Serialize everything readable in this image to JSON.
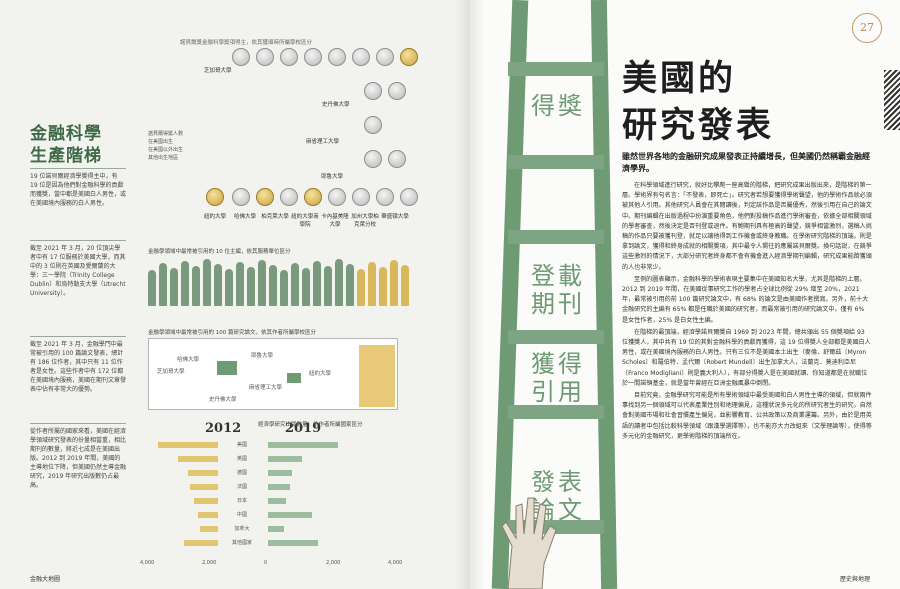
{
  "page_number": "27",
  "title_lines": [
    "美國的",
    "研究發表"
  ],
  "lead": "雖然世界各地的金融研究成果發表正持續增長，但美國仍然稱霸金融經濟學界。",
  "body_paragraphs": [
    "在科學領域進行研究，就好比攀爬一座高聳的階梯，把研究成果出版出來，是階梯的第一層。學術界有句名言：「不發表，即死亡」。研究者若想要獲得學術聲望，他的學術作品就必須被其他人引用。其他研究人員會在其閱讀後，判定該作品是否屬優秀，然後引用在自己的論文中。期刊編輯在出版過程中扮演重要角色，他們對投稿作品進行學術審查，依據全部相關領域的學者審查，然後決定是否刊登或退件。有鮑期刊具有極高的聲望，競爭相當激烈，選稿人挑稿的作品只要被獲刊登，就足以讓他得到工作機會或終身教職。在學術研究階梯的頂端，則是拿到論文，獲得和終身成就的相關獎項，其中最令人嚮往的應屬諾貝爾獎。換句話說，在競爭這些激烈的情況下，大部分研究者終身都不會有機會進入經濟學期刊編輯，研究成果能躋獲頒的人也非常少。",
    "至例的圖表顯示，金融科學的學術表現主要集中在美國知名大學，尤其是階梯的上層。2012 到 2019 年間，在美國從事研究工作的學者占全球比例從 29% 增至 20%，2021 年，最常被引用的前 100 篇研究論文中，有 68% 的論文是由美國作者撰寫。另外，前十大金融研究的主編有 65% 都是任職於美國的研究者，而最常被引用的研究論文中，僅有 6% 是女性作者，25% 是白女性主編。",
    "在階梯的最頂端，經濟學諾貝爾獎自 1969 到 2023 年間，總共頒出 55 個獎項給 93 位獲獎人，其中共有 19 位的其對金融科學的貢獻而獲得，這 19 位得獎人全部都是美國白人男性，或在美國境內服務的白人男性。只有三位不是美國本土出生（麥倫．舒爾茲〔Myron Scholes〕和羅伯特．孟代爾〔Robert Mundell〕出生加拿大人，法蘭克．莫迪利亞尼〔Franco Modigliani〕則是義大利人），有部分得獎人是在美國就讀、你知道都是在就職位於一間諾頓基金，就是當年曾經在亞洲金融風暴中倒閉。",
    "目前究竟，金融學研究可能是所有學術領域中最受美國和白人男性主導的領域，但就兩件事找到另一個領域可以代表產業性別和地理偏見，這種狀況多元化的所研究者生的研究，自然會對美國市場和社會習慣產生偏見，並影響教育、公共政策以及商業運籌。另外，由於是用英語的讀者中包括比較科學領域（跟漢學選擇等），也不能亦大力改組來（文學理論等），使得等多元化的金融研究，更學術階梯的頂端所在。"
  ],
  "ladder": {
    "rungs": [
      "得獎",
      "登載期刊",
      "獲得引用",
      "發表論文"
    ]
  },
  "left_page": {
    "section_title_lines": [
      "金融科學",
      "生產階梯"
    ],
    "top_caption": "諾貝爾獎金融科學獎項得主，依其獲頒時所屬學校區分",
    "universities_top": [
      "芝加哥大學",
      "史丹佛大學",
      "麻省理工大學",
      "耶魯大學"
    ],
    "universities_bottom": [
      "紐約大學",
      "哈佛大學",
      "柏克萊大學",
      "紐約大學商學院",
      "卡內基美隆大學",
      "加州大學柏克萊分校",
      "華盛頓大學"
    ],
    "legend": [
      "諾貝爾得獎人數",
      "在美國出生",
      "在美國以外出生",
      "其他出生地區"
    ],
    "notes": [
      "19 位諾貝爾經濟學獎得主中，有 19 位是因為他們對金融科學的貢獻而獲獎，當中都是美國白人男性，或在美國境內服務的白人男性。",
      "截至 2021 年 3 月，20 位頂尖學者中有 17 位服務於美國大學，而其中的 3 位則在英國及愛爾蘭的大學：三一學院（Trinity College Dublin）和烏特勒支大學（Utrecht University）。",
      "截至 2021 年 3 月，金融學門中最常被引用的 100 篇論文發表，總計有 186 位作者，其中只有 11 位作者是女性。這些作者中有 172 位都在美國境內服務，美國在期刊文章發表中佔有非常大的優勢。",
      "從作者所屬的國家來看，美國在經濟學領域研究發表的份量相當重，相比期刊的數量，將近七成是在美國出版。2012 到 2019 年間，美國的主導地位下降，但美國仍然主導金融研究，2019 年研究出版數仍占最高。"
    ],
    "band_title_1": "金融學領域中最常被引用的 10 位主編，依其服務單位區分",
    "band_title_2": "金融學領域中最常被引用的 100 篇研究論文，依其作者所屬學校區分",
    "diagram_cells": [
      "哈佛大學",
      "芝加哥大學",
      "耶魯大學",
      "麻省理工大學",
      "史丹佛大學",
      "紐約大學"
    ],
    "years": [
      "2012",
      "2019"
    ],
    "chart_caption": "經濟學研究出版數量，依作者所屬國家區分",
    "countries": [
      "美國",
      "英國",
      "德國",
      "法國",
      "日本",
      "中國",
      "加拿大",
      "其他國家"
    ],
    "axis_ticks": [
      "4,000",
      "2,000",
      "0",
      "2,000",
      "4,000"
    ]
  },
  "footer": {
    "left": "金融大地圖",
    "right": "歷史與地理"
  },
  "colors": {
    "green": "#6e9a74",
    "gold": "#c9a241",
    "accent": "#b58655"
  }
}
